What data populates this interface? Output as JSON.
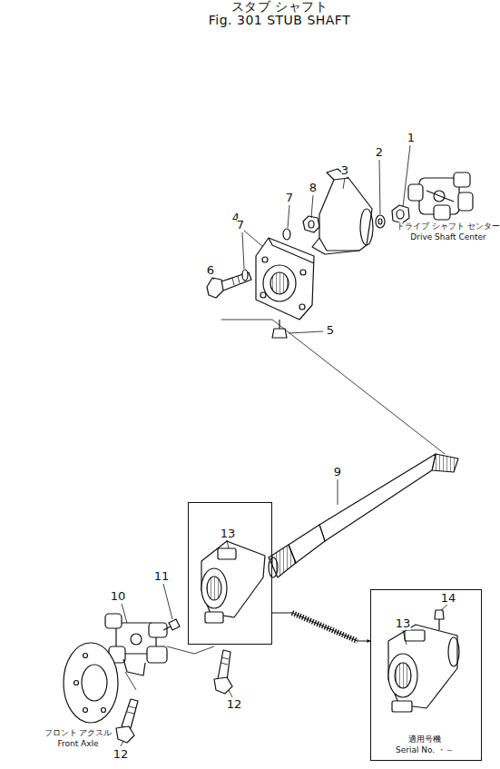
{
  "diagram": {
    "title": "Fig. 301 STUB SHAFT",
    "nodes": [
      {
        "text": [
          "13"
        ]
      },
      {
        "text": [
          "13",
          "14",
          "適用号機",
          "Serial No. ・～"
        ]
      }
    ],
    "edges": [
      {
        "from": 0,
        "to": 1,
        "arrow": "to"
      }
    ],
    "labels": [
      "スタブ シャフト",
      "1",
      "2",
      "3",
      "4",
      "5",
      "6",
      "7",
      "7",
      "8",
      "9",
      "10",
      "11",
      "12",
      "12",
      "ドライブ シャフト センター",
      "Drive Shaft Center",
      "フロント アクスル",
      "Front Axle"
    ]
  }
}
